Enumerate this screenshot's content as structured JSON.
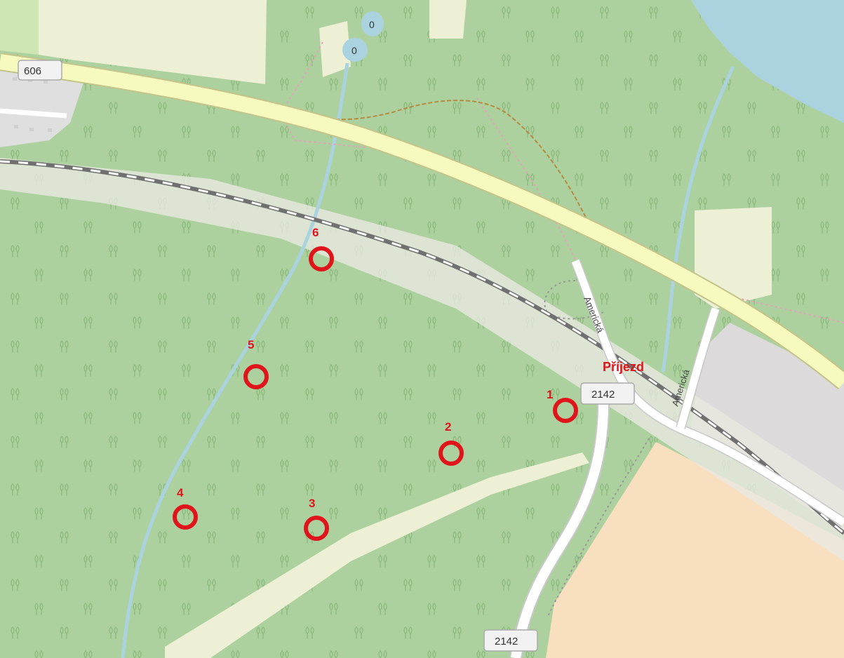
{
  "map": {
    "colors": {
      "forest": "#add19e",
      "farmland": "#eef0d5",
      "water": "#aad3df",
      "industrial": "#dcdadb",
      "sand": "#f8dfc0",
      "primary_road": "#f7fabf",
      "marker": "#e0151b"
    },
    "road_shields": {
      "r606": "606",
      "r2142_upper": "2142",
      "r2142_lower": "2142"
    },
    "street_labels": {
      "americka_a": "Americká",
      "americka_b": "Americká"
    },
    "pond_labels": {
      "upper": "0",
      "lower": "0"
    },
    "arrival_label": "Příjezd",
    "markers": [
      {
        "label": "1"
      },
      {
        "label": "2"
      },
      {
        "label": "3"
      },
      {
        "label": "4"
      },
      {
        "label": "5"
      },
      {
        "label": "6"
      }
    ],
    "icons": {
      "tree": "forest-tree-icon"
    }
  }
}
